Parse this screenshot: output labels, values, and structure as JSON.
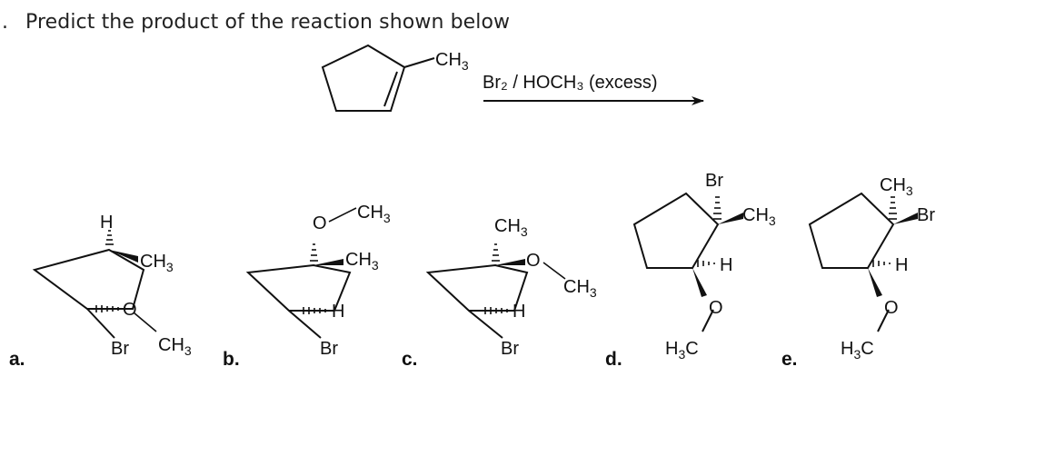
{
  "question": {
    "bullet": ".",
    "text": "Predict the product of the reaction shown below"
  },
  "reaction": {
    "reagent": "Br₂ / HOCH₃ (excess)",
    "reactant_substituent": "CH3"
  },
  "options": [
    {
      "letter": "a.",
      "labels": [
        "H",
        "CH3",
        "O",
        "Br",
        "CH3"
      ]
    },
    {
      "letter": "b.",
      "labels": [
        "O",
        "CH3",
        "CH3",
        "H",
        "Br"
      ]
    },
    {
      "letter": "c.",
      "labels": [
        "CH3",
        "O",
        "CH3",
        "H",
        "Br"
      ]
    },
    {
      "letter": "d.",
      "labels": [
        "Br",
        "CH3",
        "H",
        "O",
        "H3C"
      ]
    },
    {
      "letter": "e.",
      "labels": [
        "CH3",
        "Br",
        "H",
        "O",
        "H3C"
      ]
    }
  ]
}
